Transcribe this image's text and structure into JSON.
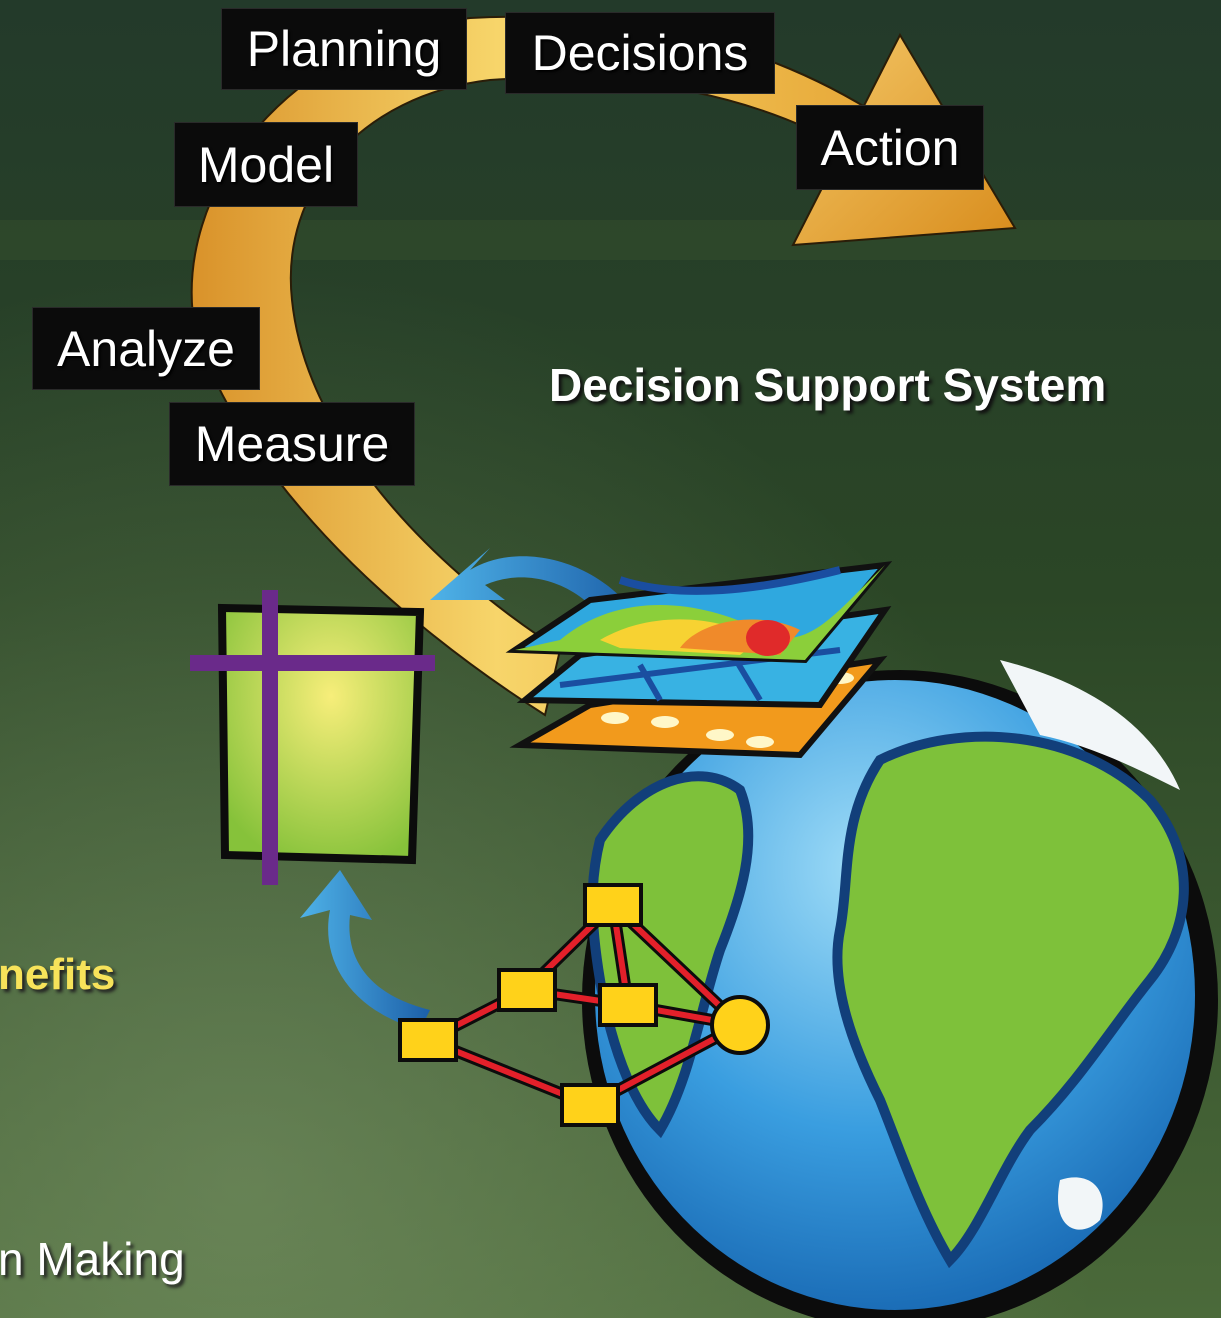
{
  "diagram": {
    "cycle_steps": [
      {
        "id": "planning",
        "label": "Planning"
      },
      {
        "id": "decisions",
        "label": "Decisions"
      },
      {
        "id": "action",
        "label": "Action"
      },
      {
        "id": "model",
        "label": "Model"
      },
      {
        "id": "analyze",
        "label": "Analyze"
      },
      {
        "id": "measure",
        "label": "Measure"
      }
    ],
    "title": "Decision Support System",
    "partial_text_left": "nefits",
    "partial_text_bottom": "n Making"
  },
  "colors": {
    "background_dark": "#2f4a26",
    "arc_gold": "#f0c050",
    "label_bg": "#0b0b0b",
    "title_text": "#ffffff",
    "benefits_text": "#f7e35a",
    "ocean_blue": "#2a8fd6",
    "land_green": "#7ec13a",
    "network_red": "#e3202a",
    "node_yellow": "#ffd21a",
    "cross_purple": "#6a2a8a"
  },
  "icons": [
    "globe-icon",
    "network-diagram-icon",
    "map-layers-icon",
    "document-icon",
    "cycle-arrow-icon",
    "action-triangle-icon"
  ]
}
